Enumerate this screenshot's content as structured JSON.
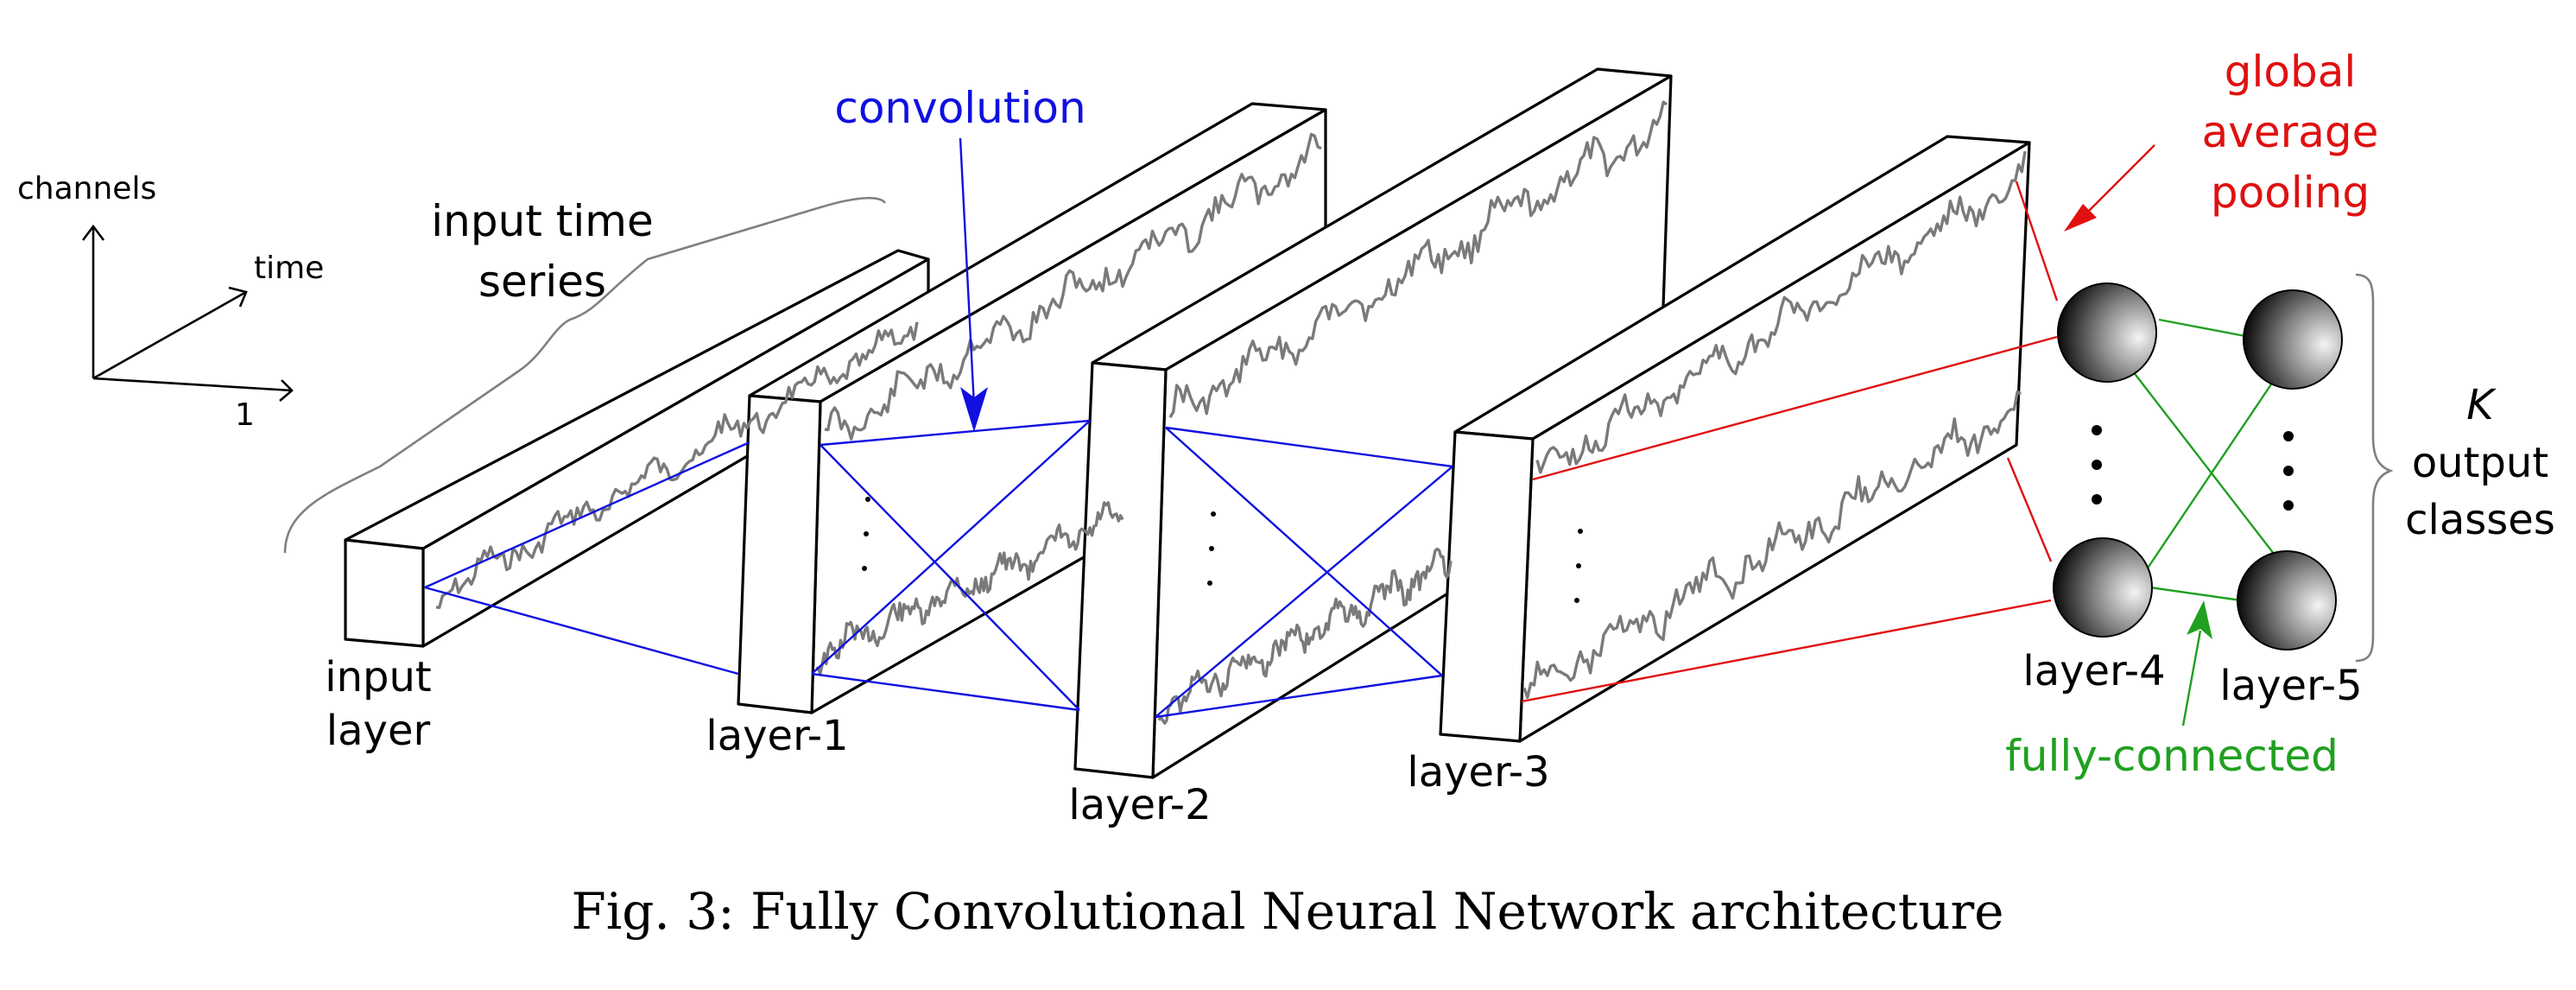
{
  "axes": {
    "channels_label": "channels",
    "time_label": "time",
    "one_label": "1"
  },
  "annotations": {
    "input_series": [
      "input time",
      "series"
    ],
    "convolution": "convolution",
    "gap": [
      "global",
      "average",
      "pooling"
    ],
    "fully_connected": "fully-connected",
    "k_classes": [
      "K",
      "output",
      "classes"
    ]
  },
  "layers": {
    "input": [
      "input",
      "layer"
    ],
    "layer1": "layer-1",
    "layer2": "layer-2",
    "layer3": "layer-3",
    "layer4": "layer-4",
    "layer5": "layer-5"
  },
  "caption": "Fig. 3: Fully Convolutional Neural Network architecture",
  "colors": {
    "convolution": "#1010e0",
    "pooling": "#e01010",
    "fully_connected": "#20a020",
    "series": "#7a7a7a"
  }
}
